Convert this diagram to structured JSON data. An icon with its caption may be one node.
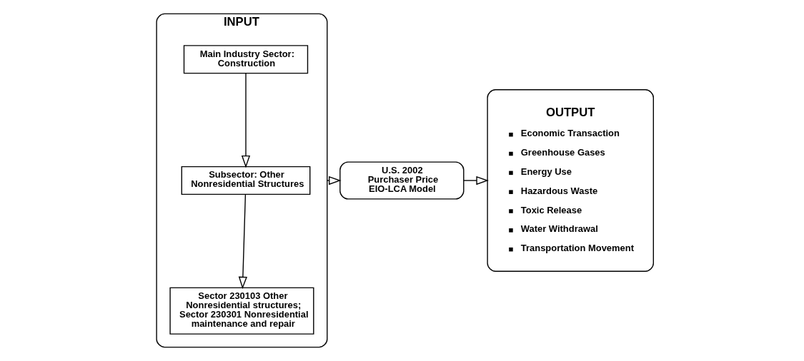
{
  "diagram": {
    "nodes": [
      {
        "text": [
          "INPUT"
        ]
      },
      {
        "text": [
          "Main Industry Sector: Construction"
        ],
        "in": 0
      },
      {
        "text": [
          "Subsector: Other Nonresidential Structures"
        ],
        "in": 0
      },
      {
        "text": [
          "Sector 230103 Other Nonresidential structures; Sector 230301 Nonresidential maintenance and repair"
        ],
        "in": 0
      },
      {
        "text": [
          "U.S. 2002 Purchaser Price EIO-LCA Model"
        ]
      },
      {
        "text": [
          "OUTPUT",
          "Economic Transaction",
          "Greenhouse Gases",
          "Energy Use",
          "Hazardous Waste",
          "Toxic Release",
          "Water Withdrawal",
          "Transportation Movement"
        ]
      }
    ],
    "edges": [
      {
        "from": 1,
        "to": 2,
        "arrow": "to"
      },
      {
        "from": 2,
        "to": 3,
        "arrow": "to"
      },
      {
        "from": 0,
        "to": 4,
        "arrow": "to"
      },
      {
        "from": 4,
        "to": 5,
        "arrow": "to"
      }
    ]
  }
}
